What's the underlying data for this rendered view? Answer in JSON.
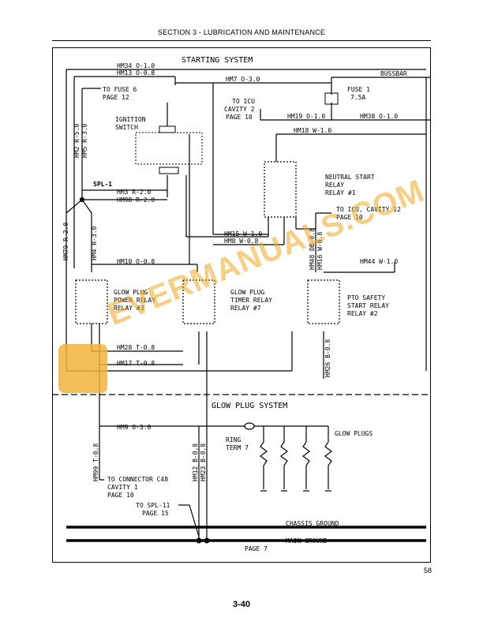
{
  "header": {
    "title": "SECTION 3 - LUBRICATION AND MAINTENANCE"
  },
  "footer": {
    "page_number": "58",
    "section_page": "3-40"
  },
  "diagram": {
    "starting_system_title": "STARTING SYSTEM",
    "glow_plug_system_title": "GLOW PLUG SYSTEM",
    "bussbar": "BUSSBAR",
    "fuse": [
      "FUSE 1",
      "7.5A"
    ],
    "to_fuse_6": [
      "TO FUSE 6",
      "PAGE 12"
    ],
    "to_icu_cavity_2": [
      "TO ICU",
      "CAVITY 2",
      "PAGE 10"
    ],
    "ignition_switch": [
      "IGNITION",
      "SWITCH"
    ],
    "spl1": "SPL-1",
    "neutral_start_relay": [
      "NEUTRAL START",
      "RELAY",
      "RELAY #1"
    ],
    "to_icu_cavity_12": [
      "TO ICU, CAVITY 12",
      "PAGE 10"
    ],
    "glow_plug_power_relay": [
      "GLOW PLUG",
      "POWER RELAY",
      "RELAY #3"
    ],
    "glow_plug_timer_relay": [
      "GLOW PLUG",
      "TIMER RELAY",
      "RELAY #7"
    ],
    "pto_safety_relay": [
      "PTO SAFETY",
      "START RELAY",
      "RELAY #2"
    ],
    "ring_term": [
      "RING",
      "TERM 7"
    ],
    "glow_plugs": "GLOW PLUGS",
    "to_connector_c48": [
      "TO CONNECTOR C48",
      "CAVITY 1",
      "PAGE 10"
    ],
    "to_spl11": [
      "TO SPL-11",
      "PAGE 15"
    ],
    "chassis_ground": "CHASSIS GROUND",
    "main_ground": "MAIN GROUND",
    "page7": "PAGE 7",
    "wires": {
      "hm34": "HM34 O-1.0",
      "hm13": "HM13 O-0.8",
      "hm7": "HM7 O-3.0",
      "hm19": "HM19 O-1.0",
      "hm38": "HM38 O-1.0",
      "hm18": "HM18 W-1.0",
      "hm2": "HM2 R-5.0",
      "hm5": "HM5 R-3.0",
      "hm3": "HM3 R-2.0",
      "hm98": "HM98 R-2.0",
      "hm79": "HM79 R-2.0",
      "hm4": "HM4 R-3.0",
      "hm15": "HM15 W-1.0",
      "hm8": "HM8 W-0.8",
      "hm48": "HM48 DB-0.8",
      "hm16": "HM16 W-0.8",
      "hm10": "HM10 O-0.8",
      "hm44": "HM44 W-1.0",
      "hm28": "HM28 T-0.8",
      "hm17": "HM17 T-0.8",
      "hm26": "HM26 B-0.8",
      "hm9": "HM9 O-3.0",
      "hm99": "HM99 T-0.8",
      "hm12": "HM12 B-0.8",
      "hm23": "HM23 B-0.8"
    }
  },
  "watermark": "EVERMANUALS.COM"
}
